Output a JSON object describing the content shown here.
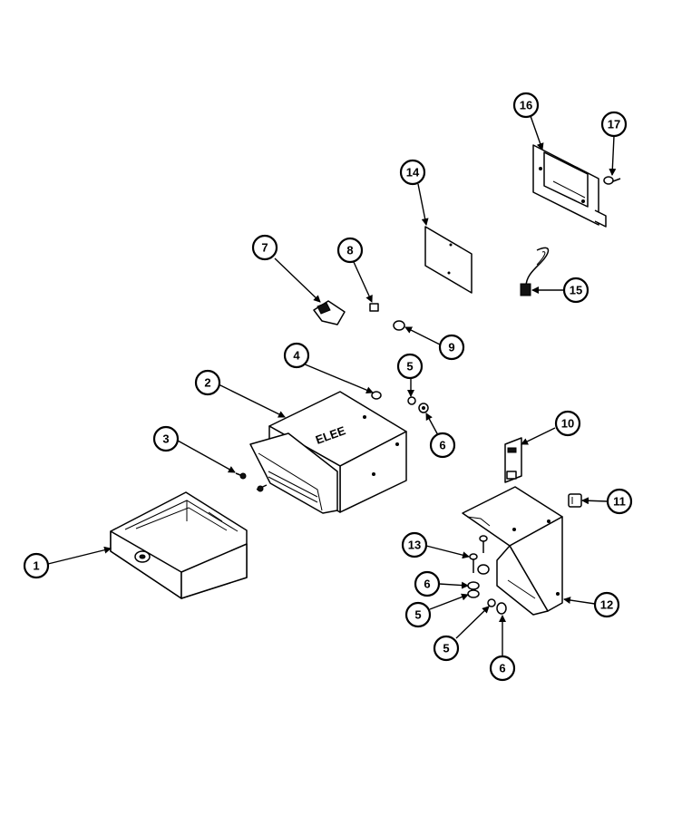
{
  "callouts": [
    {
      "label": "1"
    },
    {
      "label": "2"
    },
    {
      "label": "3"
    },
    {
      "label": "4"
    },
    {
      "label": "5"
    },
    {
      "label": "6"
    },
    {
      "label": "7"
    },
    {
      "label": "8"
    },
    {
      "label": "9"
    },
    {
      "label": "10"
    },
    {
      "label": "11"
    },
    {
      "label": "12"
    },
    {
      "label": "13"
    },
    {
      "label": "6"
    },
    {
      "label": "5"
    },
    {
      "label": "5"
    },
    {
      "label": "6"
    },
    {
      "label": "14"
    },
    {
      "label": "15"
    },
    {
      "label": "16"
    },
    {
      "label": "17"
    }
  ]
}
